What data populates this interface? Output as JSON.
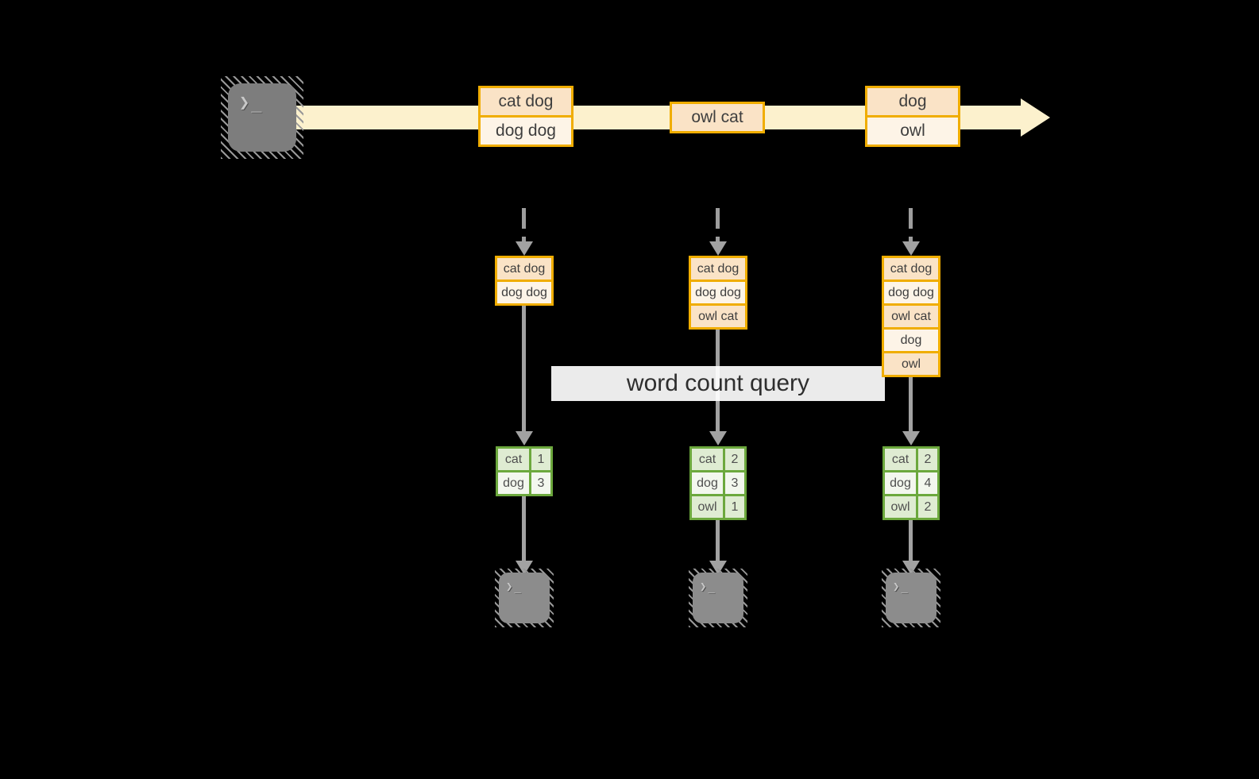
{
  "query": {
    "label": "word count query"
  },
  "icons": {
    "prompt": "❯_"
  },
  "colors": {
    "stream_border": "#f0ad00",
    "stream_fill_dark": "#fae3c6",
    "stream_fill_light": "#fdf4e7",
    "band": "#fcf1cd",
    "table_border": "#6ca83d",
    "table_fill_dark": "#dfecd2",
    "table_fill_light": "#f3f7ee",
    "arrow": "#a2a2a2"
  },
  "timeline": {
    "events": [
      {
        "lines": [
          "cat dog",
          "dog dog"
        ]
      },
      {
        "lines": [
          "owl cat"
        ]
      },
      {
        "lines": [
          "dog",
          "owl"
        ]
      }
    ]
  },
  "columns": [
    {
      "buffer": [
        "cat dog",
        "dog dog"
      ],
      "counts": [
        {
          "word": "cat",
          "count": "1"
        },
        {
          "word": "dog",
          "count": "3"
        }
      ]
    },
    {
      "buffer": [
        "cat dog",
        "dog dog",
        "owl cat"
      ],
      "counts": [
        {
          "word": "cat",
          "count": "2"
        },
        {
          "word": "dog",
          "count": "3"
        },
        {
          "word": "owl",
          "count": "1"
        }
      ]
    },
    {
      "buffer": [
        "cat dog",
        "dog dog",
        "owl cat",
        "dog",
        "owl"
      ],
      "counts": [
        {
          "word": "cat",
          "count": "2"
        },
        {
          "word": "dog",
          "count": "4"
        },
        {
          "word": "owl",
          "count": "2"
        }
      ]
    }
  ]
}
